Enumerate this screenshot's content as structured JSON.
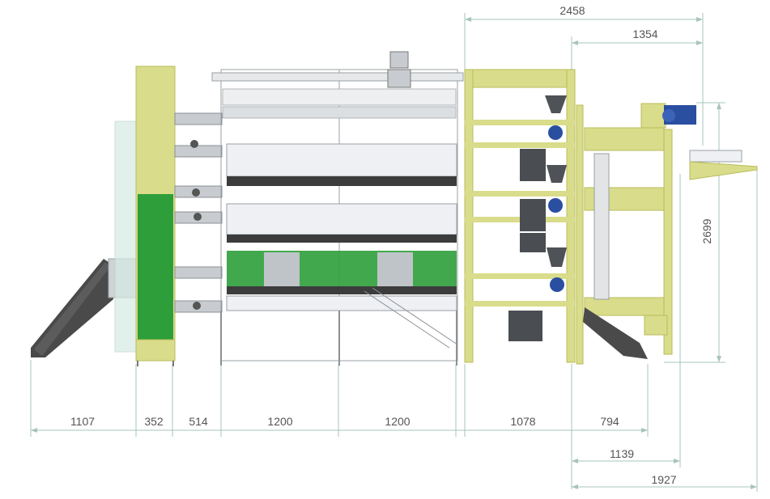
{
  "colors": {
    "frame_yellow": "#d9dc8a",
    "frame_yellow_dark": "#b9bc5a",
    "belt_green": "#2e9e3a",
    "motor_blue": "#2a4fa0",
    "dimension_line": "#a7c4bc",
    "dimension_text": "#555555",
    "steel": "#9aa0a6",
    "dark_belt": "#4a4a4a"
  },
  "dimensions": {
    "top": [
      {
        "label": "2458"
      },
      {
        "label": "1354"
      }
    ],
    "right": {
      "label": "2699"
    },
    "bottom_row": [
      {
        "label": "1107"
      },
      {
        "label": "352"
      },
      {
        "label": "514"
      },
      {
        "label": "1200"
      },
      {
        "label": "1200"
      },
      {
        "label": "1078"
      },
      {
        "label": "794"
      }
    ],
    "lower": [
      {
        "label": "1139"
      },
      {
        "label": "1927"
      }
    ]
  },
  "icons": {
    "motor": "gear-motor-icon",
    "hopper": "feed-hopper-icon"
  }
}
